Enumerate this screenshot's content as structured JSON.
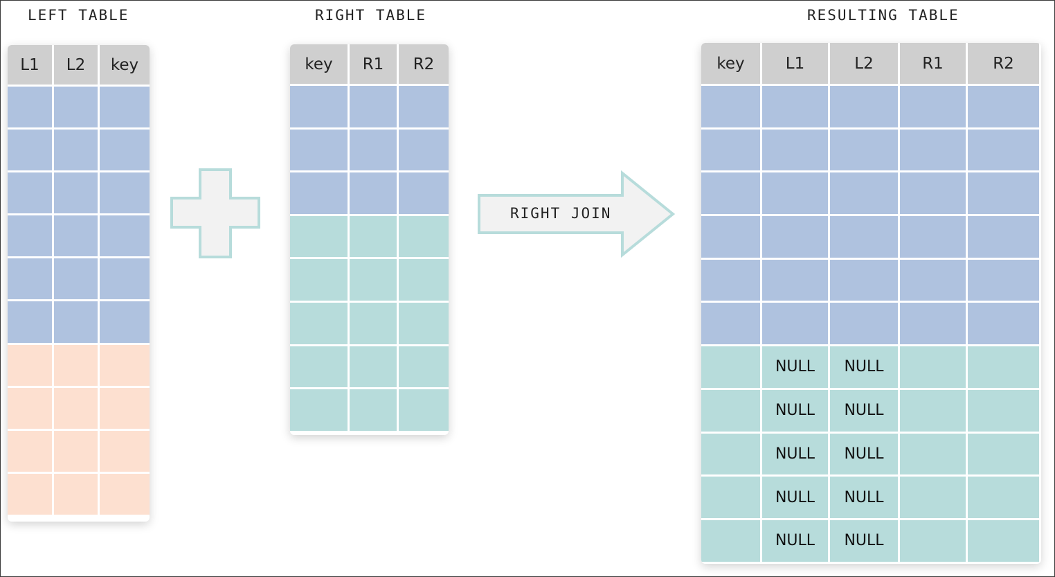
{
  "titles": {
    "left": "LEFT TABLE",
    "right": "RIGHT TABLE",
    "result": "RESULTING TABLE"
  },
  "operator": {
    "join_label": "RIGHT JOIN"
  },
  "left_table": {
    "headers": [
      "L1",
      "L2",
      "key"
    ],
    "rows": [
      {
        "group": "blue"
      },
      {
        "group": "blue"
      },
      {
        "group": "blue"
      },
      {
        "group": "blue"
      },
      {
        "group": "blue"
      },
      {
        "group": "blue"
      },
      {
        "group": "peach"
      },
      {
        "group": "peach"
      },
      {
        "group": "peach"
      },
      {
        "group": "peach"
      }
    ]
  },
  "right_table": {
    "headers": [
      "key",
      "R1",
      "R2"
    ],
    "rows": [
      {
        "group": "blue"
      },
      {
        "group": "blue"
      },
      {
        "group": "blue"
      },
      {
        "group": "teal"
      },
      {
        "group": "teal"
      },
      {
        "group": "teal"
      },
      {
        "group": "teal"
      },
      {
        "group": "teal"
      }
    ]
  },
  "result_table": {
    "headers": [
      "key",
      "L1",
      "L2",
      "R1",
      "R2"
    ],
    "rows": [
      {
        "group": "blue",
        "cells": [
          "",
          "",
          "",
          "",
          ""
        ]
      },
      {
        "group": "blue",
        "cells": [
          "",
          "",
          "",
          "",
          ""
        ]
      },
      {
        "group": "blue",
        "cells": [
          "",
          "",
          "",
          "",
          ""
        ]
      },
      {
        "group": "blue",
        "cells": [
          "",
          "",
          "",
          "",
          ""
        ]
      },
      {
        "group": "blue",
        "cells": [
          "",
          "",
          "",
          "",
          ""
        ]
      },
      {
        "group": "blue",
        "cells": [
          "",
          "",
          "",
          "",
          ""
        ]
      },
      {
        "group": "teal",
        "cells": [
          "",
          "NULL",
          "NULL",
          "",
          ""
        ]
      },
      {
        "group": "teal",
        "cells": [
          "",
          "NULL",
          "NULL",
          "",
          ""
        ]
      },
      {
        "group": "teal",
        "cells": [
          "",
          "NULL",
          "NULL",
          "",
          ""
        ]
      },
      {
        "group": "teal",
        "cells": [
          "",
          "NULL",
          "NULL",
          "",
          ""
        ]
      },
      {
        "group": "teal",
        "cells": [
          "",
          "NULL",
          "NULL",
          "",
          ""
        ]
      }
    ]
  },
  "colors": {
    "header": "#cfcfcf",
    "blue": "#afc2df",
    "teal": "#b7dcdb",
    "peach": "#fde0d0",
    "shape_fill": "#f2f2f2",
    "shape_stroke": "#b7dcdb"
  }
}
